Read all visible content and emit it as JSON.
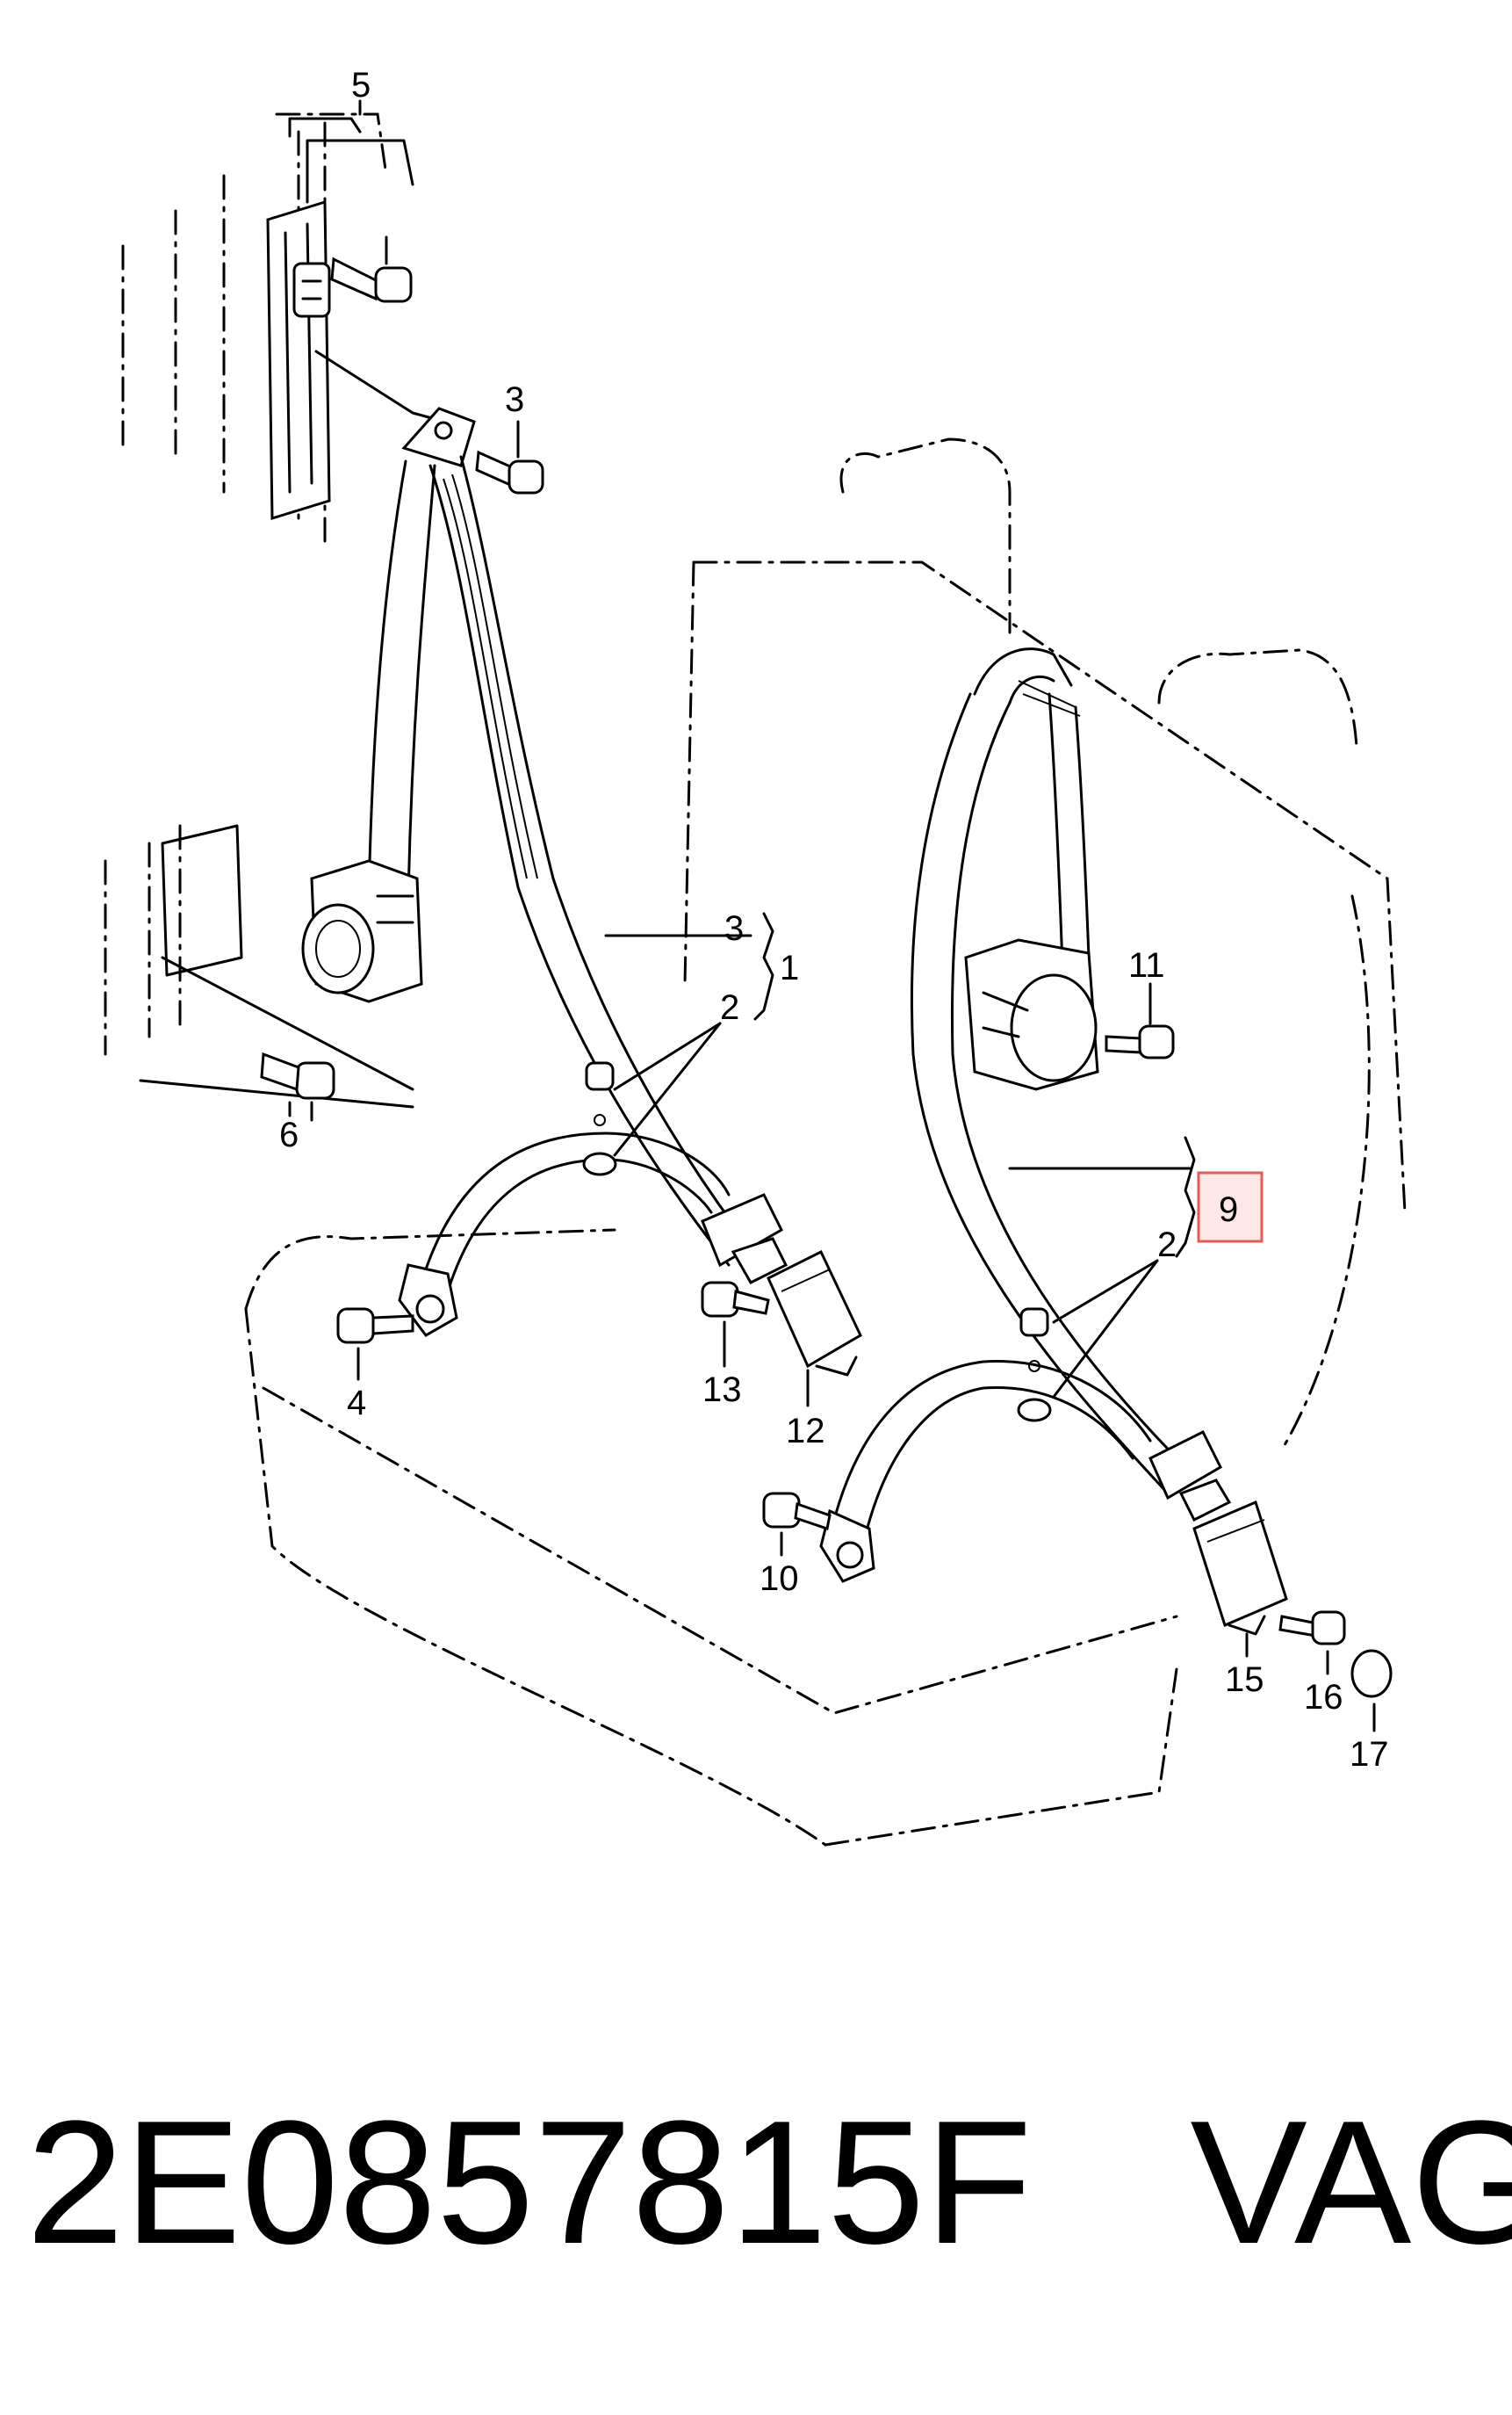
{
  "labels": {
    "l1": "1",
    "l2a": "2",
    "l2b": "2",
    "l3a": "3",
    "l3b": "3",
    "l4": "4",
    "l5": "5",
    "l6": "6",
    "l9": "9",
    "l10": "10",
    "l11": "11",
    "l12": "12",
    "l13": "13",
    "l15": "15",
    "l16": "16",
    "l17": "17"
  },
  "highlight_color": "#e35a5a",
  "caption": {
    "part_number": "2E0857815F",
    "brand": "VAG"
  }
}
